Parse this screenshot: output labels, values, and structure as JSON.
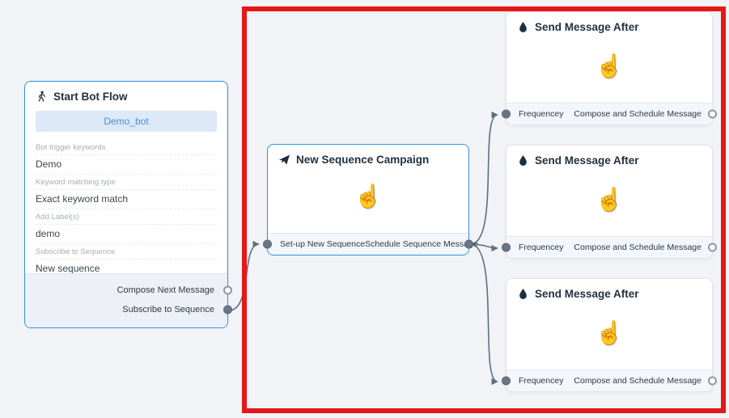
{
  "canvas": {
    "background": "#f1f3f6",
    "highlight_color": "#e51717"
  },
  "cursor_glyph": "☝",
  "start_node": {
    "title": "Start Bot Flow",
    "bot_name": "Demo_bot",
    "fields": [
      {
        "label": "Bot trigger keywords",
        "value": "Demo"
      },
      {
        "label": "Keyword matching type",
        "value": "Exact keyword match"
      },
      {
        "label": "Add Label(s)",
        "value": "demo"
      },
      {
        "label": "Subscribe to Sequence",
        "value": "New sequence"
      }
    ],
    "outputs": [
      {
        "label": "Compose Next Message",
        "port_style": "open"
      },
      {
        "label": "Subscribe to Sequence",
        "port_style": "filled"
      }
    ]
  },
  "sequence_node": {
    "title": "New Sequence Campaign",
    "input_label": "Set-up New Sequence",
    "output_label": "Schedule Sequence Message"
  },
  "send_node": {
    "title": "Send Message After",
    "input_label": "Frequencey",
    "output_label": "Compose and Schedule Message",
    "count": 3
  }
}
